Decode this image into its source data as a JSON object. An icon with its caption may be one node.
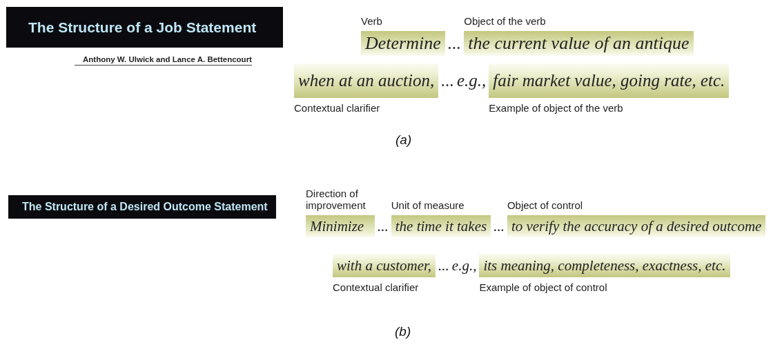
{
  "diagram": {
    "nodes": [
      {
        "text": [
          "The Structure of a Job Statement"
        ]
      },
      {
        "text": [
          "Determine"
        ],
        "beside": [
          "Verb"
        ]
      },
      {
        "text": [
          "the current value of an antique"
        ],
        "beside": [
          "Object of the verb"
        ]
      },
      {
        "text": [
          "when at an auction,"
        ],
        "beside": [
          "Contextual clarifier"
        ]
      },
      {
        "text": [
          "fair market value, going rate, etc."
        ],
        "beside": [
          "Example of object of the verb"
        ]
      },
      {
        "text": [
          "The Structure of a Desired Outcome Statement"
        ]
      },
      {
        "text": [
          "Minimize"
        ],
        "beside": [
          "Direction of improvement"
        ]
      },
      {
        "text": [
          "the time it takes"
        ],
        "beside": [
          "Unit of measure"
        ]
      },
      {
        "text": [
          "to verify the accuracy of a desired outcome"
        ],
        "beside": [
          "Object of control"
        ]
      },
      {
        "text": [
          "with a customer,"
        ],
        "beside": [
          "Contextual clarifier"
        ]
      },
      {
        "text": [
          "its meaning, completeness, exactness, etc."
        ],
        "beside": [
          "Example of object of control"
        ]
      }
    ],
    "labels": [
      "Anthony W. Ulwick and Lance A. Bettencourt",
      "...",
      "...",
      "e.g.,",
      "(a)",
      "...",
      "...",
      "...",
      "e.g.,",
      "(b)"
    ]
  }
}
